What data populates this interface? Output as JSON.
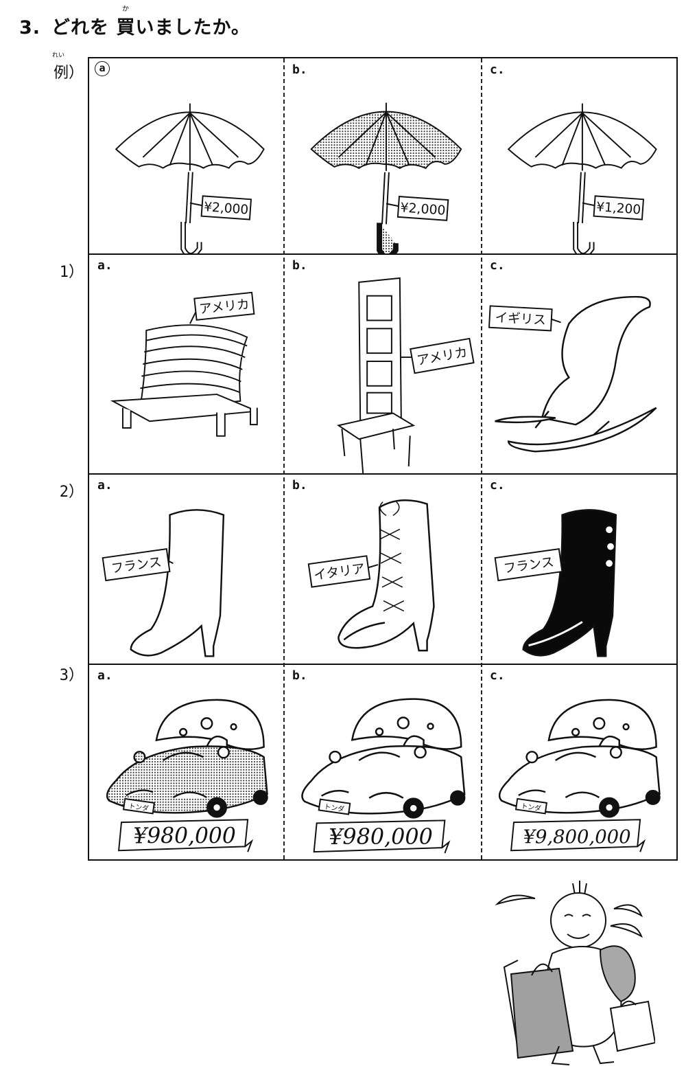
{
  "title": {
    "number": "3.",
    "before": "どれを",
    "kanji": "買",
    "furigana": "か",
    "after": "いましたか。"
  },
  "rows": [
    {
      "label": "例）",
      "label_furigana": "れい",
      "cells": [
        {
          "letter": "ⓐ",
          "item": "umbrella",
          "tag": "¥2,000",
          "dark": false
        },
        {
          "letter": "b.",
          "item": "umbrella",
          "tag": "¥2,000",
          "dark": true
        },
        {
          "letter": "c.",
          "item": "umbrella",
          "tag": "¥1,200",
          "dark": false
        }
      ]
    },
    {
      "label": "1）",
      "cells": [
        {
          "letter": "a.",
          "item": "bench",
          "tag": "アメリカ"
        },
        {
          "letter": "b.",
          "item": "tall-chair",
          "tag": "アメリカ"
        },
        {
          "letter": "c.",
          "item": "rocking-chair",
          "tag": "イギリス"
        }
      ]
    },
    {
      "label": "2）",
      "cells": [
        {
          "letter": "a.",
          "item": "boot",
          "tag": "フランス",
          "dark": false
        },
        {
          "letter": "b.",
          "item": "laced-boot",
          "tag": "イタリア",
          "dark": false
        },
        {
          "letter": "c.",
          "item": "boot",
          "tag": "フランス",
          "dark": true
        }
      ]
    },
    {
      "label": "3）",
      "cells": [
        {
          "letter": "a.",
          "item": "car",
          "price": "¥980,000",
          "plate": "トンダ",
          "dark": true
        },
        {
          "letter": "b.",
          "item": "car",
          "price": "¥980,000",
          "plate": "トンダ",
          "dark": false
        },
        {
          "letter": "c.",
          "item": "car",
          "price": "¥9,800,000",
          "plate": "トンダ",
          "dark": false
        }
      ]
    }
  ],
  "colors": {
    "ink": "#111111",
    "paper": "#ffffff",
    "shade": "#9a9a9a",
    "black_fill": "#0a0a0a"
  },
  "icons": {
    "umbrella": "umbrella-icon",
    "bench": "bench-icon",
    "tall-chair": "chair-icon",
    "rocking-chair": "rocking-chair-icon",
    "boot": "boot-icon",
    "laced-boot": "laced-boot-icon",
    "car": "car-icon",
    "mascot": "shopper-mascot-icon"
  }
}
